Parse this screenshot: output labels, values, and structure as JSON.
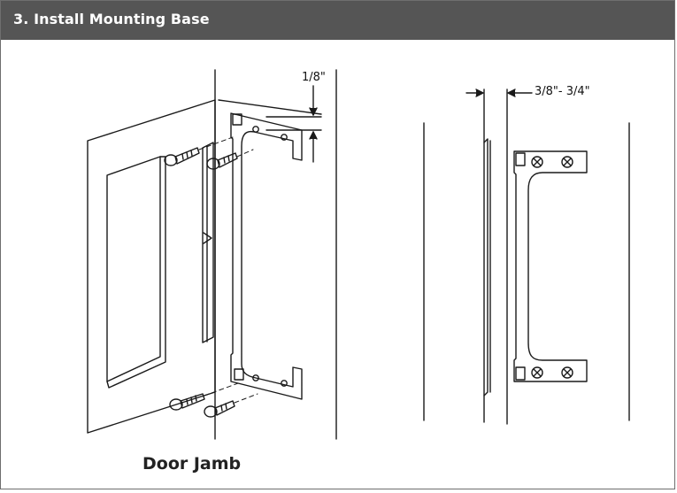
{
  "header": {
    "title": "3. Install Mounting Base"
  },
  "left_view": {
    "gap_label": "1/8\"",
    "caption": "Door Jamb"
  },
  "right_view": {
    "gap_label": "3/8\"- 3/4\""
  },
  "colors": {
    "header_bg": "#555555",
    "line": "#1a1a1a"
  }
}
